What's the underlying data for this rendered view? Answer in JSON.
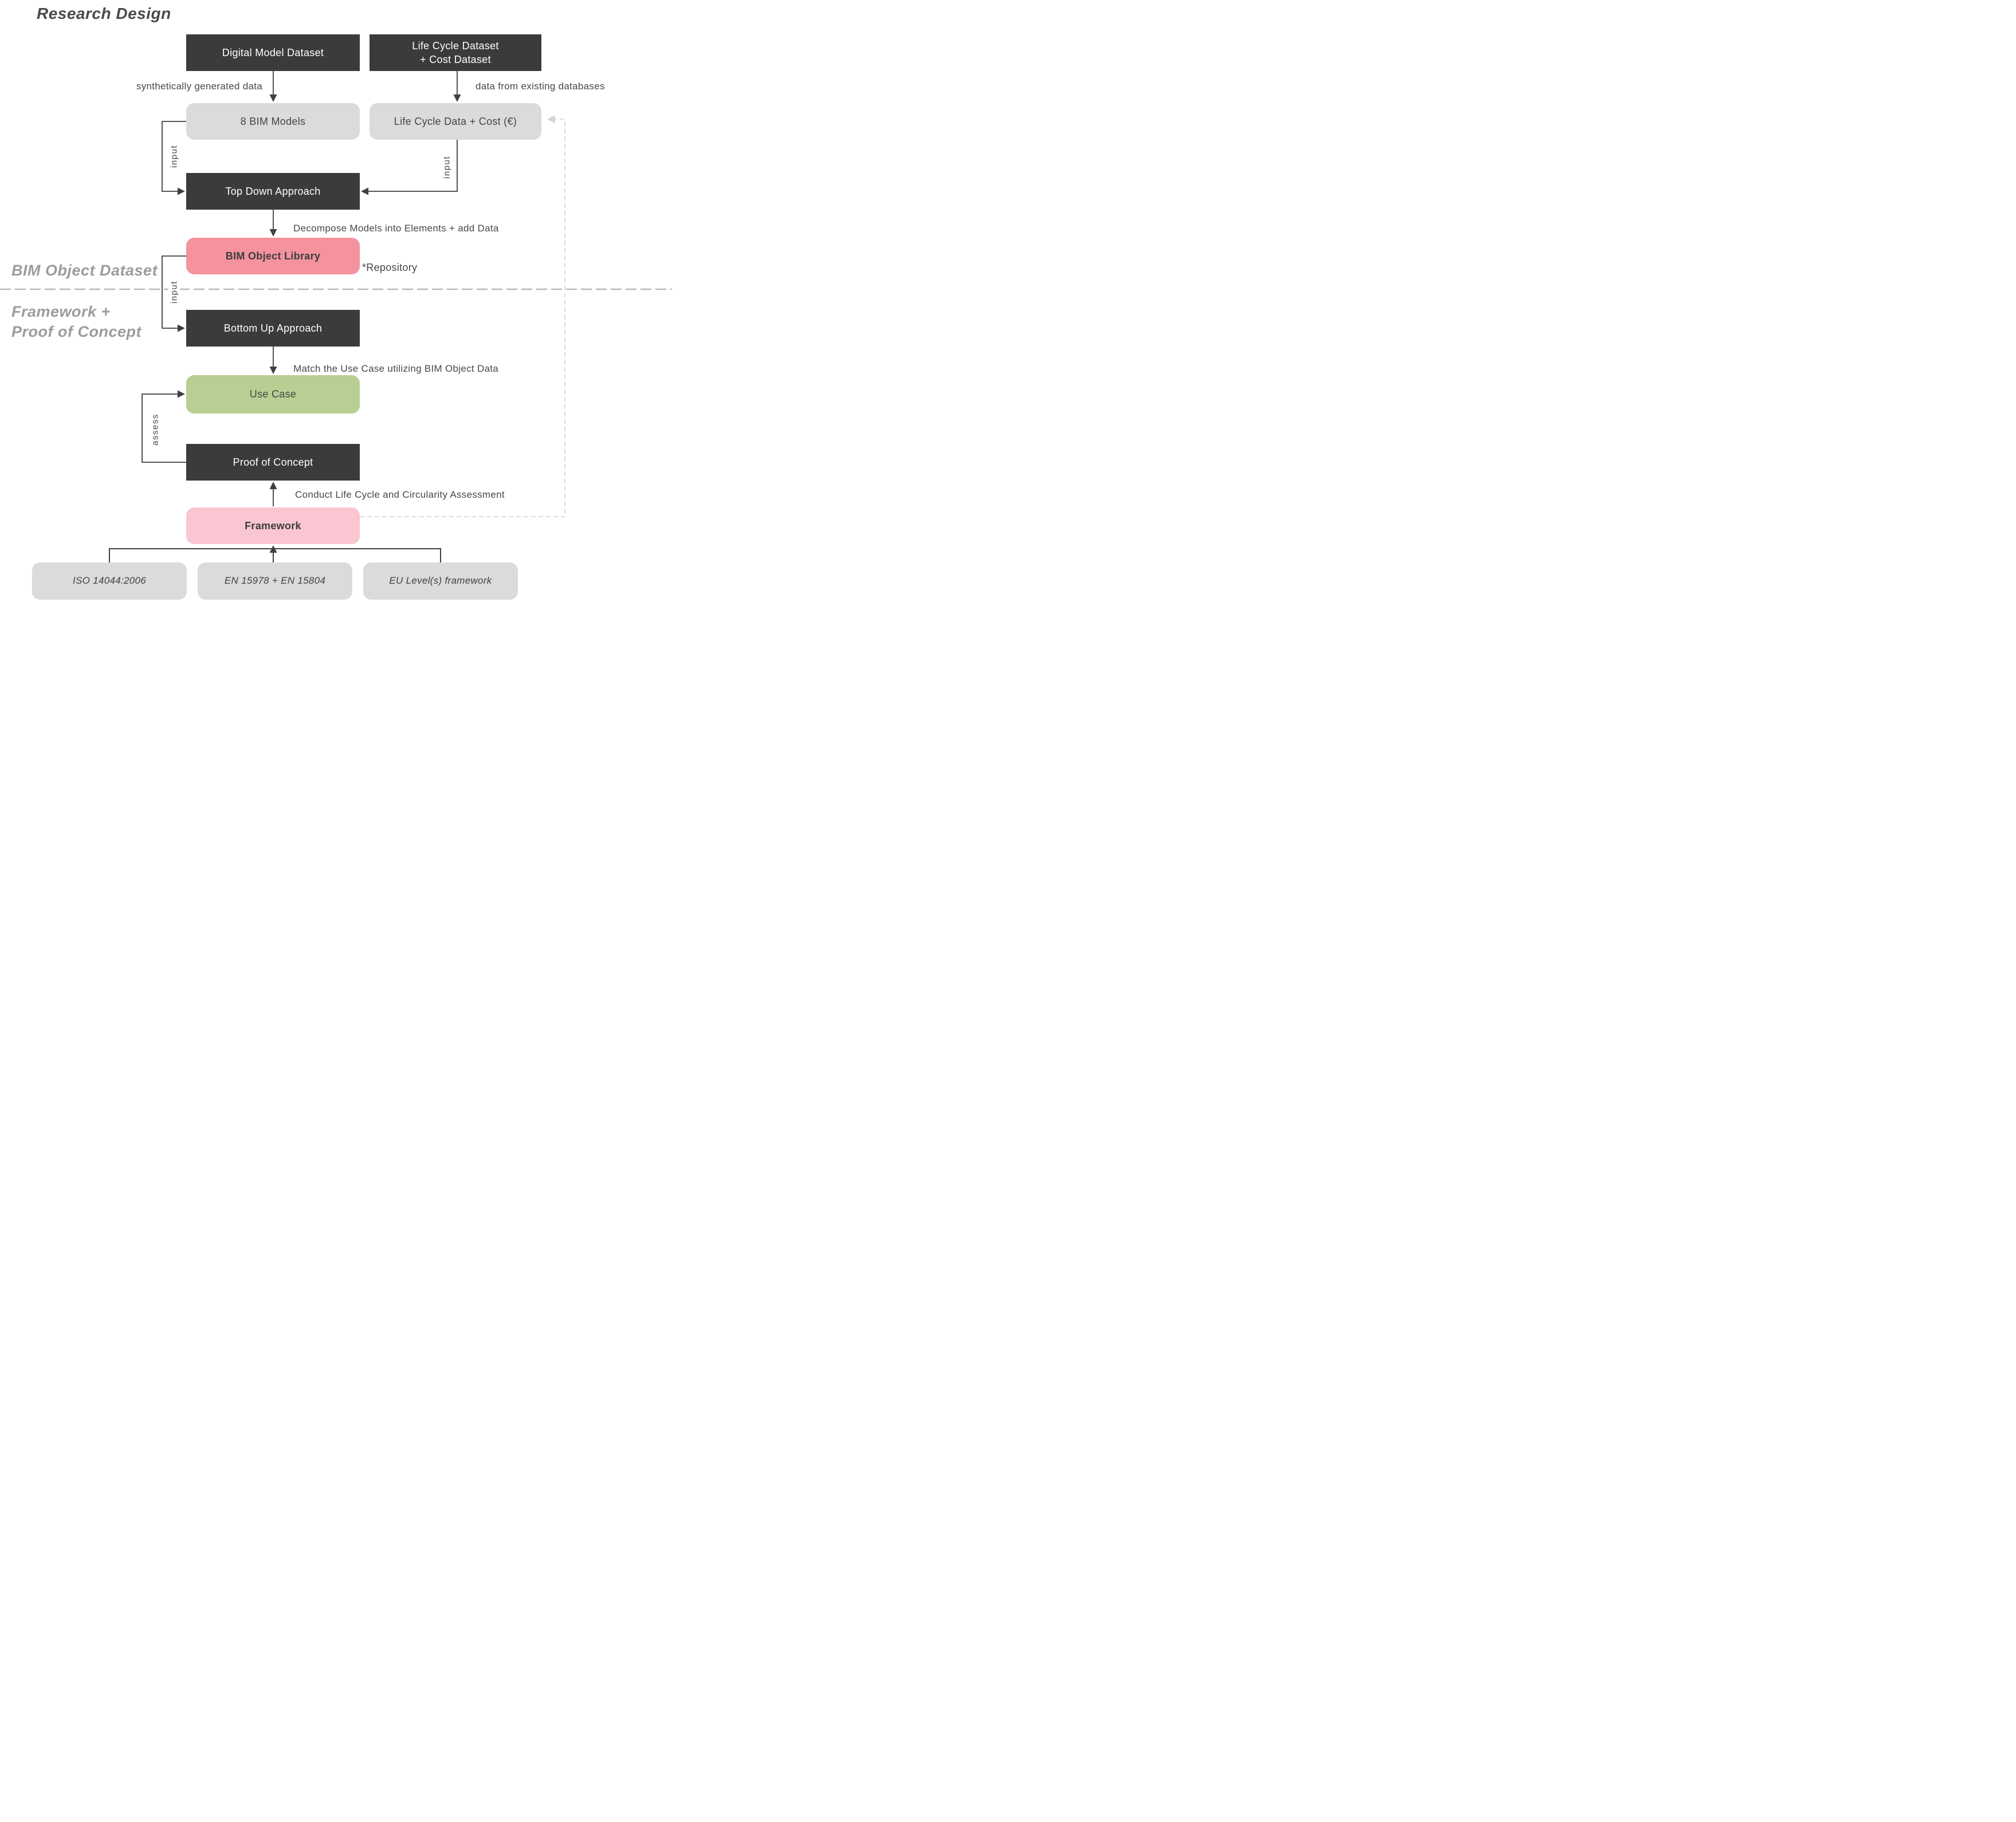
{
  "title": "Research Design",
  "section_labels": {
    "bim_object_dataset": "BIM Object Dataset",
    "framework_poc_line1": "Framework +",
    "framework_poc_line2": "Proof of Concept"
  },
  "nodes": {
    "digital_model_dataset": "Digital Model Dataset",
    "life_cycle_cost_dataset": "Life Cycle Dataset\n+ Cost Dataset",
    "bim_models": "8 BIM Models",
    "life_cycle_data_cost": "Life Cycle Data + Cost (€)",
    "top_down": "Top Down Approach",
    "bim_object_library": "BIM Object Library",
    "bottom_up": "Bottom Up Approach",
    "use_case": "Use Case",
    "proof_of_concept": "Proof of Concept",
    "framework": "Framework",
    "iso": "ISO 14044:2006",
    "en": "EN 15978 + EN 15804",
    "eu": "EU Level(s) framework"
  },
  "edge_labels": {
    "synthetic": "synthetically generated data",
    "existing": "data from existing databases",
    "decompose": "Decompose Models into Elements + add Data",
    "repository": "*Repository",
    "match": "Match the Use Case utilizing BIM Object Data",
    "conduct": "Conduct Life Cycle and Circularity Assessment",
    "input": "input",
    "assess": "assess"
  },
  "colors": {
    "dark_box": "#3B3B3B",
    "gray_box": "#DBDBDB",
    "red_box": "#F4939D",
    "green_box": "#B7CF93",
    "pink_box": "#F9C6D1",
    "section_label": "#9C9C9C",
    "text": "#454545",
    "line": "#3F3F3F",
    "divider_dash": "#B9B9B9",
    "feedback_dash": "#D4D4D4"
  }
}
